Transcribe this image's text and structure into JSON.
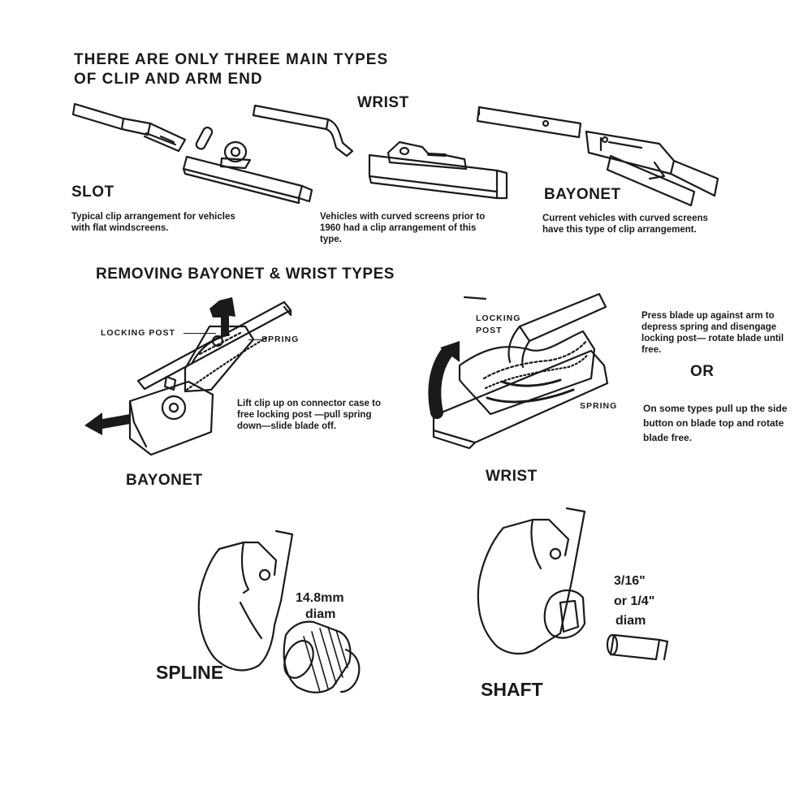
{
  "heading": {
    "line1": "THERE ARE ONLY THREE MAIN TYPES",
    "line2": "OF CLIP AND ARM END"
  },
  "types": {
    "slot": {
      "label": "SLOT",
      "caption": "Typical clip arrangement for vehicles with flat windscreens."
    },
    "wrist": {
      "label": "WRIST",
      "caption": "Vehicles with curved screens prior to 1960 had a clip arrangement of this type."
    },
    "bayonet": {
      "label": "BAYONET",
      "caption": "Current vehicles with curved screens have this type of clip arrangement."
    }
  },
  "removing": {
    "title": "REMOVING BAYONET & WRIST TYPES",
    "bayonet": {
      "label": "BAYONET",
      "locking_post": "LOCKING POST",
      "spring": "SPRING",
      "caption": "Lift clip up on connector case to free locking post —pull spring down—slide blade off."
    },
    "wrist": {
      "label": "WRIST",
      "locking_post_1": "LOCKING",
      "locking_post_2": "POST",
      "spring": "SPRING",
      "caption": "Press blade up against arm to depress spring and disengage locking post— rotate blade until free.",
      "or": "OR",
      "alt_caption": "On some types pull up the side button on blade top and rotate blade free."
    }
  },
  "arm_ends": {
    "spline": {
      "label": "SPLINE",
      "diam_value": "14.8mm",
      "diam_unit": "diam"
    },
    "shaft": {
      "label": "SHAFT",
      "diam_line1": "3/16\"",
      "diam_line2": "or 1/4\"",
      "diam_line3": "diam"
    }
  },
  "icons": [
    "slot-clip-illustration",
    "wrist-clip-illustration",
    "bayonet-clip-illustration",
    "spline-arm-illustration",
    "shaft-arm-illustration",
    "up-arrow-icon",
    "left-arrow-icon",
    "rotate-arrow-icon"
  ]
}
